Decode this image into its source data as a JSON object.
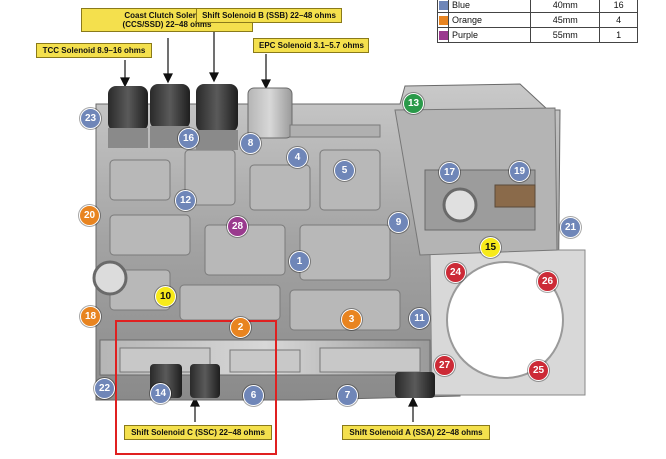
{
  "legend": {
    "rows": [
      {
        "color_name": "Blue",
        "size": "40mm",
        "count": "16",
        "swatch": "#6f86b8"
      },
      {
        "color_name": "Orange",
        "size": "45mm",
        "count": "4",
        "swatch": "#e88420"
      },
      {
        "color_name": "Purple",
        "size": "55mm",
        "count": "1",
        "swatch": "#9a3a8e"
      }
    ]
  },
  "callouts": {
    "ccs": "Coast Clutch Solenoid\n(CCS/SSD) 22–48 ohms",
    "ssb": "Shift Solenoid B (SSB) 22–48 ohms",
    "tcc": "TCC Solenoid 8.9–16 ohms",
    "epc": "EPC Solenoid 3.1–5.7 ohms",
    "ssc": "Shift Solenoid C (SSC) 22–48 ohms",
    "ssa": "Shift Solenoid A (SSA) 22–48 ohms"
  },
  "badges": {
    "b1": "1",
    "b2": "2",
    "b3": "3",
    "b4": "4",
    "b5": "5",
    "b6": "6",
    "b7": "7",
    "b8": "8",
    "b9": "9",
    "b10": "10",
    "b11": "11",
    "b12": "12",
    "b13": "13",
    "b14": "14",
    "b15": "15",
    "b16": "16",
    "b17": "17",
    "b18": "18",
    "b19": "19",
    "b20": "20",
    "b21": "21",
    "b22": "22",
    "b23": "23",
    "b24": "24",
    "b25": "25",
    "b26": "26",
    "b27": "27",
    "b28": "28"
  },
  "colors": {
    "blue": "#6f86b8",
    "orange": "#e88420",
    "yellow": "#f7ea1a",
    "red": "#cc2a36",
    "purple": "#9a3a8e",
    "green": "#2a9a4a",
    "highlight": "#e02020",
    "callout": "#f4e04d"
  }
}
